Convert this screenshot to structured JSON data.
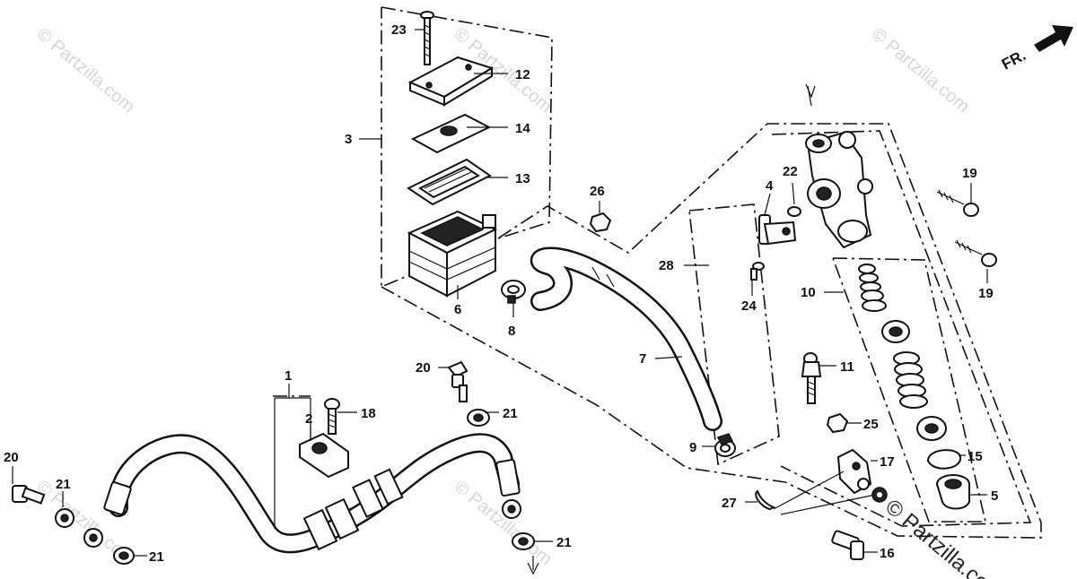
{
  "diagram": {
    "direction_label": "FR.",
    "watermark_small": "© Partzilla.com",
    "watermark_large": "© Partzilla.com",
    "callouts": [
      {
        "id": "c23a",
        "text": "23"
      },
      {
        "id": "c12",
        "text": "12"
      },
      {
        "id": "c3",
        "text": "3"
      },
      {
        "id": "c14",
        "text": "14"
      },
      {
        "id": "c13",
        "text": "13"
      },
      {
        "id": "c26",
        "text": "26"
      },
      {
        "id": "c6",
        "text": "6"
      },
      {
        "id": "c8",
        "text": "8"
      },
      {
        "id": "c22",
        "text": "22"
      },
      {
        "id": "c4",
        "text": "4"
      },
      {
        "id": "c19a",
        "text": "19"
      },
      {
        "id": "c19b",
        "text": "19"
      },
      {
        "id": "c28",
        "text": "28"
      },
      {
        "id": "c24",
        "text": "24"
      },
      {
        "id": "c10",
        "text": "10"
      },
      {
        "id": "c7",
        "text": "7"
      },
      {
        "id": "c11",
        "text": "11"
      },
      {
        "id": "c25",
        "text": "25"
      },
      {
        "id": "c9",
        "text": "9"
      },
      {
        "id": "c17",
        "text": "17"
      },
      {
        "id": "c15",
        "text": "15"
      },
      {
        "id": "c5",
        "text": "5"
      },
      {
        "id": "c27",
        "text": "27"
      },
      {
        "id": "c16",
        "text": "16"
      },
      {
        "id": "c1",
        "text": "1"
      },
      {
        "id": "c2",
        "text": "2"
      },
      {
        "id": "c18",
        "text": "18"
      },
      {
        "id": "c20a",
        "text": "20"
      },
      {
        "id": "c21a",
        "text": "21"
      },
      {
        "id": "c20b",
        "text": "20"
      },
      {
        "id": "c21b",
        "text": "21"
      },
      {
        "id": "c21c",
        "text": "21"
      },
      {
        "id": "c21d",
        "text": "21"
      }
    ]
  }
}
